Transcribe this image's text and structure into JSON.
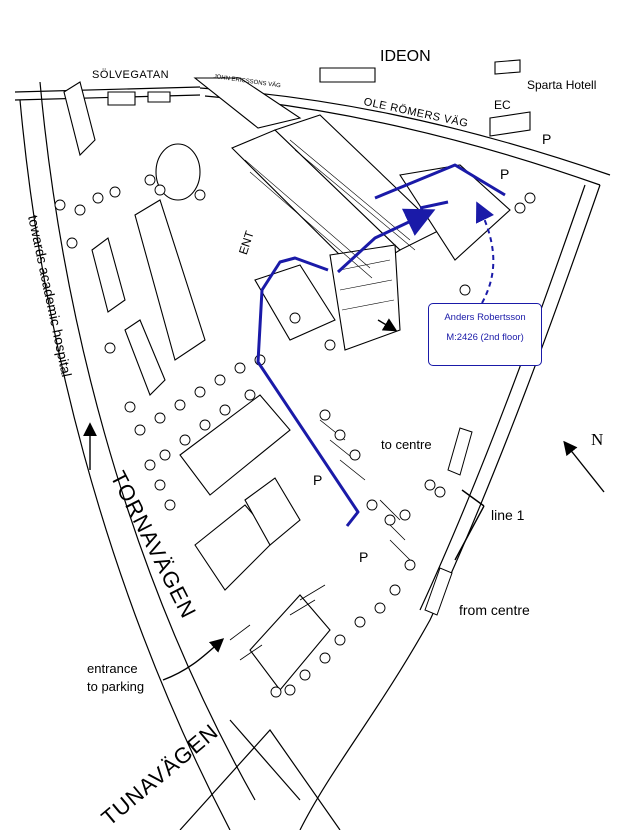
{
  "roads": {
    "solvegatan": "SÖLVEGATAN",
    "john_ericssons_vag": "JOHN ERICSSONS VÄG",
    "ole_romers_vag": "OLE RÖMERS VÄG",
    "tornavagen": "TORNAVÄGEN",
    "tunavagen": "TUNAVÄGEN"
  },
  "places": {
    "ideon": "IDEON",
    "sparta_hotel": "Sparta Hotell",
    "ec": "EC",
    "entrance": "ENT"
  },
  "parking_markers": [
    "P",
    "P",
    "P",
    "P"
  ],
  "directions": {
    "academic_hospital": "towards academic hospital",
    "to_centre": "to centre",
    "from_centre": "from centre",
    "line": "line 1",
    "entrance_parking_1": "entrance",
    "entrance_parking_2": "to parking"
  },
  "compass": {
    "label": "N"
  },
  "callout": {
    "name": "Anders Robertsson",
    "room": "M:2426 (2nd floor)"
  },
  "colors": {
    "route": "#1a1aa8",
    "ink": "#000000"
  }
}
